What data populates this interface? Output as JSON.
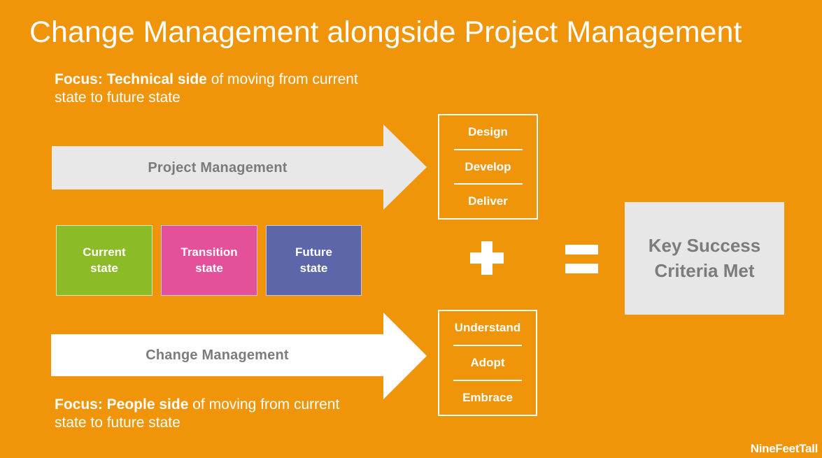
{
  "slide": {
    "title": "Change Management alongside Project Management",
    "logo": "NineFeetTall"
  },
  "focus_top": {
    "bold": "Focus: Technical side",
    "rest": "of moving from current\nstate to future state"
  },
  "focus_bottom": {
    "bold": "Focus: People side",
    "rest": "of moving from current\nstate to future state"
  },
  "pm_arrow": {
    "label": "Project Management"
  },
  "cm_arrow": {
    "label": "Change Management"
  },
  "pm_box": {
    "steps": [
      "Design",
      "Develop",
      "Deliver"
    ]
  },
  "cm_box": {
    "steps": [
      "Understand",
      "Adopt",
      "Embrace"
    ]
  },
  "states": [
    {
      "label": "Current\nstate",
      "color": "#8CBB28"
    },
    {
      "label": "Transition\nstate",
      "color": "#E5509B"
    },
    {
      "label": "Future\nstate",
      "color": "#5C66A8"
    }
  ],
  "operators": {
    "plus": "+",
    "equals": "="
  },
  "result": {
    "label": "Key Success\nCriteria Met"
  },
  "colors": {
    "background": "#F0950A",
    "pm_arrow_fill": "#E8E8E8",
    "cm_arrow_fill": "#FFFFFF",
    "muted_text": "#7C7C7C",
    "result_fill": "#E7E7E7",
    "state_green": "#8CBB28",
    "state_pink": "#E5509B",
    "state_blue": "#5C66A8"
  }
}
